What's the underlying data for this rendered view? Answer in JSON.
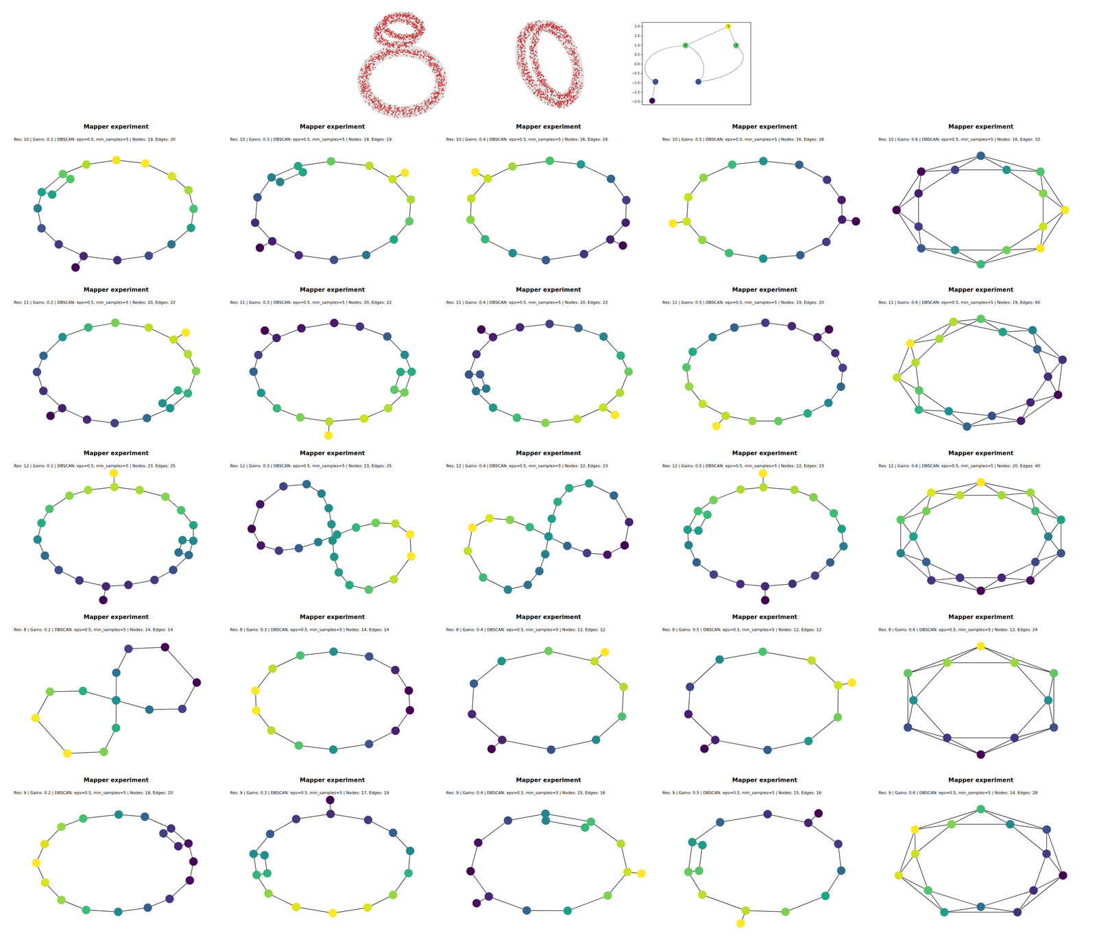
{
  "diagram": {
    "nodes": [
      {
        "text": [
          "5"
        ]
      },
      {
        "text": [
          "4"
        ]
      },
      {
        "text": [
          "3"
        ]
      }
    ],
    "edges": [
      {
        "from": 1,
        "to": 0,
        "arrow": "none"
      },
      {
        "from": 0,
        "to": 2,
        "arrow": "none"
      }
    ],
    "labels": [
      "2.0",
      "1.5",
      "1.0",
      "0.5",
      "0.0",
      "−0.5",
      "−1.0",
      "−1.5",
      "−2.0",
      "Mapper experiment",
      "Res: 10 | Gains: 0.2 | DBSCAN: eps=0.5, min_samples=5 | Nodes: 19, Edges: 20",
      "Mapper experiment",
      "Res: 10 | Gains: 0.3 | DBSCAN: eps=0.5, min_samples=5 | Nodes: 18, Edges: 19",
      "Mapper experiment",
      "Res: 10 | Gains: 0.4 | DBSCAN: eps=0.5, min_samples=5 | Nodes: 16, Edges: 16",
      "Mapper experiment",
      "Res: 10 | Gains: 0.5 | DBSCAN: eps=0.5, min_samples=5 | Nodes: 16, Edges: 16",
      "Mapper experiment",
      "Res: 10 | Gains: 0.6 | DBSCAN: eps=0.5, min_samples=5 | Nodes: 16, Edges: 32",
      "Mapper experiment",
      "Res: 11 | Gains: 0.2 | DBSCAN: eps=0.5, min_samples=5 | Nodes: 20, Edges: 22",
      "Mapper experiment",
      "Res: 11 | Gains: 0.3 | DBSCAN: eps=0.5, min_samples=5 | Nodes: 20, Edges: 22",
      "Mapper experiment",
      "Res: 11 | Gains: 0.4 | DBSCAN: eps=0.5, min_samples=5 | Nodes: 20, Edges: 22",
      "Mapper experiment",
      "Res: 11 | Gains: 0.5 | DBSCAN: eps=0.5, min_samples=5 | Nodes: 19, Edges: 20",
      "Mapper experiment",
      "Res: 11 | Gains: 0.6 | DBSCAN: eps=0.5, min_samples=5 | Nodes: 19, Edges: 40",
      "Mapper experiment",
      "Res: 12 | Gains: 0.2 | DBSCAN: eps=0.5, min_samples=5 | Nodes: 23, Edges: 25",
      "Mapper experiment",
      "Res: 12 | Gains: 0.3 | DBSCAN: eps=0.5, min_samples=5 | Nodes: 23, Edges: 25",
      "Mapper experiment",
      "Res: 12 | Gains: 0.4 | DBSCAN: eps=0.5, min_samples=5 | Nodes: 22, Edges: 23",
      "Mapper experiment",
      "Res: 12 | Gains: 0.5 | DBSCAN: eps=0.5, min_samples=5 | Nodes: 22, Edges: 23",
      "Mapper experiment",
      "Res: 12 | Gains: 0.6 | DBSCAN: eps=0.5, min_samples=5 | Nodes: 20, Edges: 40",
      "Mapper experiment",
      "Res: 8 | Gains: 0.2 | DBSCAN: eps=0.5, min_samples=5 | Nodes: 14, Edges: 14",
      "Mapper experiment",
      "Res: 8 | Gains: 0.3 | DBSCAN: eps=0.5, min_samples=5 | Nodes: 14, Edges: 14",
      "Mapper experiment",
      "Res: 8 | Gains: 0.4 | DBSCAN: eps=0.5, min_samples=5 | Nodes: 12, Edges: 12",
      "Mapper experiment",
      "Res: 8 | Gains: 0.5 | DBSCAN: eps=0.5, min_samples=5 | Nodes: 12, Edges: 12",
      "Mapper experiment",
      "Res: 8 | Gains: 0.6 | DBSCAN: eps=0.5, min_samples=5 | Nodes: 12, Edges: 24",
      "Mapper experiment",
      "Res: 9 | Gains: 0.2 | DBSCAN: eps=0.5, min_samples=5 | Nodes: 18, Edges: 20",
      "Mapper experiment",
      "Res: 9 | Gains: 0.3 | DBSCAN: eps=0.5, min_samples=5 | Nodes: 17, Edges: 19",
      "Mapper experiment",
      "Res: 9 | Gains: 0.4 | DBSCAN: eps=0.5, min_samples=5 | Nodes: 15, Edges: 16",
      "Mapper experiment",
      "Res: 9 | Gains: 0.5 | DBSCAN: eps=0.5, min_samples=5 | Nodes: 15, Edges: 16",
      "Mapper experiment",
      "Res: 9 | Gains: 0.6 | DBSCAN: eps=0.5, min_samples=5 | Nodes: 14, Edges: 28"
    ]
  }
}
